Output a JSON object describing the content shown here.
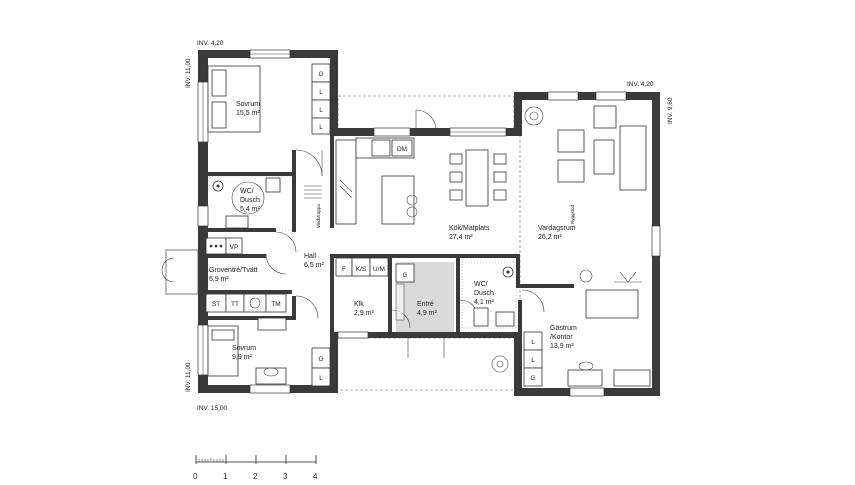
{
  "investment_labels": {
    "top_left": "INV. 4,20",
    "left_upper": "INV. 11,00",
    "right_top": "INV. 4,20",
    "right_side": "INV. 9,60",
    "left_lower": "INV. 11,00",
    "bottom_left": "INV. 15,00"
  },
  "rooms": {
    "sovrum1": {
      "name": "Sovrum",
      "area": "15,5 m²"
    },
    "wc1": {
      "name": "WC/",
      "name2": "Dusch",
      "area": "5,4 m²"
    },
    "kok": {
      "name": "Kök/Matplats",
      "area": "27,4 m²"
    },
    "vardagsrum": {
      "name": "Vardagsrum",
      "area": "26,2 m²"
    },
    "hall": {
      "name": "Hall",
      "area": "6,5 m²"
    },
    "groventre": {
      "name": "Groventré/Tvätt",
      "area": "6,9 m²"
    },
    "klk": {
      "name": "Klk",
      "area": "2,9 m²"
    },
    "entre": {
      "name": "Entré",
      "area": "4,9 m²"
    },
    "wc2": {
      "name": "WC/",
      "name2": "Dusch",
      "area": "4,1 m²"
    },
    "gastrum": {
      "name": "Gästrum",
      "name2": "/Kontor",
      "area": "13,9 m²"
    },
    "sovrum2": {
      "name": "Sovrum",
      "area": "9,9 m²"
    }
  },
  "fixture_labels": {
    "g": "G",
    "l": "L",
    "dm": "DM",
    "vp": "VP",
    "st": "ST",
    "tt": "TT",
    "tm": "TM",
    "f": "F",
    "ks": "K/S",
    "um": "U/M",
    "vindstrappa": "Vindstrappa",
    "ryggstod": "Ryggstöd"
  },
  "scale": {
    "ticks": [
      "0",
      "1",
      "2",
      "3",
      "4"
    ]
  }
}
